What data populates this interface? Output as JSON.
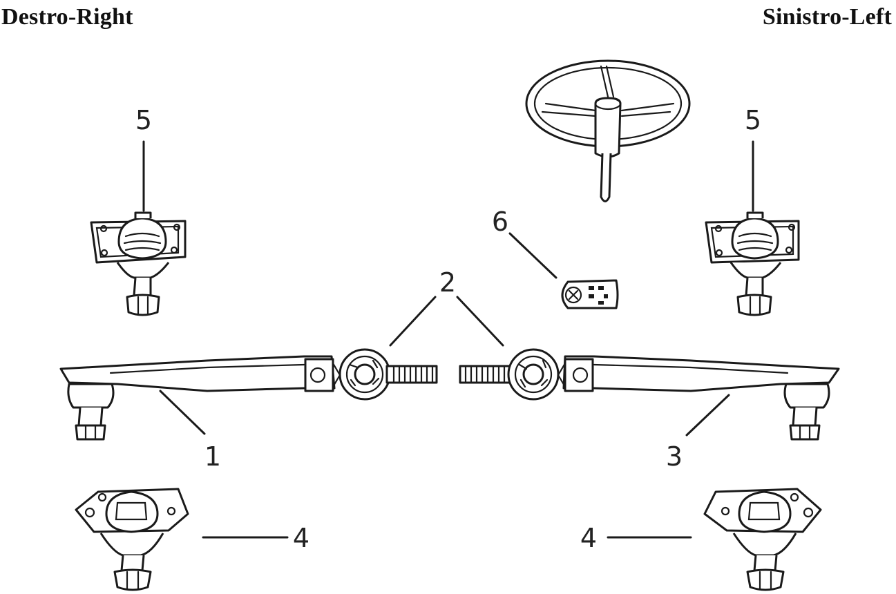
{
  "header": {
    "left_title": "Destro-Right",
    "right_title": "Sinistro-Left"
  },
  "callouts": {
    "c1": "1",
    "c2": "2",
    "c3": "3",
    "c4_left": "4",
    "c4_right": "4",
    "c5_left": "5",
    "c5_right": "5",
    "c6": "6"
  },
  "icons": {
    "steering_wheel": "steering-wheel-icon",
    "ball_joint": "ball-joint-icon",
    "tie_rod": "tie-rod-icon",
    "rod_end": "rod-end-icon",
    "bracket": "bracket-icon"
  }
}
